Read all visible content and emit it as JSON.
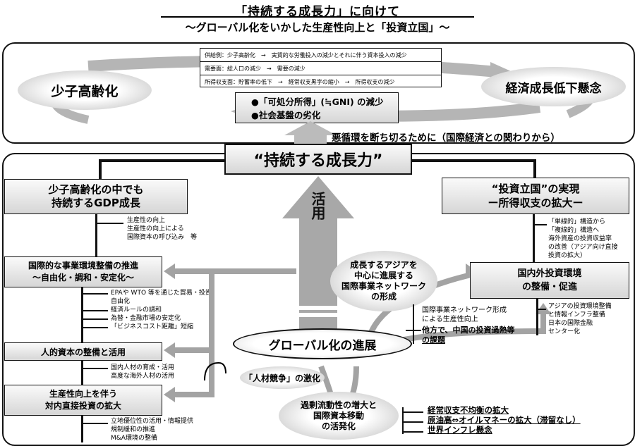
{
  "header": {
    "title": "「持続する成長力」に向けて",
    "subtitle": "～グローバル化をいかした生産性向上と「投資立国」～"
  },
  "top_panel": {
    "left_ellipse": "少子高齢化",
    "right_ellipse": "経済成長低下懸念",
    "rows": [
      {
        "label": "供給側",
        "text": "：少子高齢化　→　実質的な労働投入の減少とそれに伴う資本投入の減少"
      },
      {
        "label": "需要面",
        "text": "：総人口の減少　→　需要の減少"
      },
      {
        "label": "所得収支面",
        "text": "：貯蓄率の低下　→　経常収支黒字の縮小　→　所得収支の減少"
      }
    ],
    "bullets": [
      "●「可処分所得」(≒GNI) の減少",
      "●社会基盤の劣化"
    ],
    "break_note": "悪循環を断ち切るために（国際経済との関わりから）"
  },
  "center": {
    "title": "“持続する成長力”",
    "arrow_label": "活用",
    "globalization": "グローバル化の進展",
    "asia_network": [
      "成長するアジアを",
      "中心に進展する",
      "国際事業ネットワーク",
      "の形成"
    ],
    "talent": "「人材競争」の激化",
    "liquidity": [
      "過剰流動性の増大と",
      "国際資本移動",
      "の活発化"
    ]
  },
  "left": {
    "header": [
      "少子高齢化の中でも",
      "持続するGDP成長"
    ],
    "header_notes": [
      "生産性の向上",
      "生産性の向上による",
      "国際資本の呼び込み　等"
    ],
    "boxes": [
      {
        "title": [
          "国際的な事業環境整備の推進",
          "～自由化・調和・安定化～"
        ],
        "notes": [
          "EPAや WTO 等を通じた貿易・投資",
          "自由化",
          "経済ルールの調和",
          "為替・金融市場の安定化",
          "「ビジネスコスト距離」短縮"
        ]
      },
      {
        "title": [
          "人的資本の整備と活用"
        ],
        "notes": [
          "国内人材の育成・活用",
          "高度な海外人材の活用"
        ]
      },
      {
        "title": [
          "生産性向上を伴う",
          "対内直接投資の拡大"
        ],
        "notes": [
          "立地優位性の活用・情報提供",
          "規制緩和の推進",
          "M&A環境の整備"
        ]
      }
    ]
  },
  "right": {
    "header": [
      "“投資立国”の実現",
      "ー所得収支の拡大ー"
    ],
    "header_notes": [
      "「単線的」構造から",
      "「複線的」構造へ",
      "海外資産の投資収益率",
      "の改善（アジア向け直接",
      "投資の拡大）"
    ],
    "box": [
      "国内外投資環境",
      "の整備・促進"
    ],
    "box_notes": [
      "アジアの投資環境整備",
      "と情報インフラ整備",
      "日本の国際金融",
      "センター化"
    ]
  },
  "mid_notes": {
    "network": [
      "国際事業ネットワーク形成",
      "による生産性向上"
    ],
    "china": [
      "他方で、中国の投資過熱等",
      "の課題"
    ]
  },
  "bottom_notes": [
    "経常収支不均衡の拡大",
    "原油高⇔オイルマネーの拡大（滞留なし）",
    "世界インフレ懸念"
  ]
}
